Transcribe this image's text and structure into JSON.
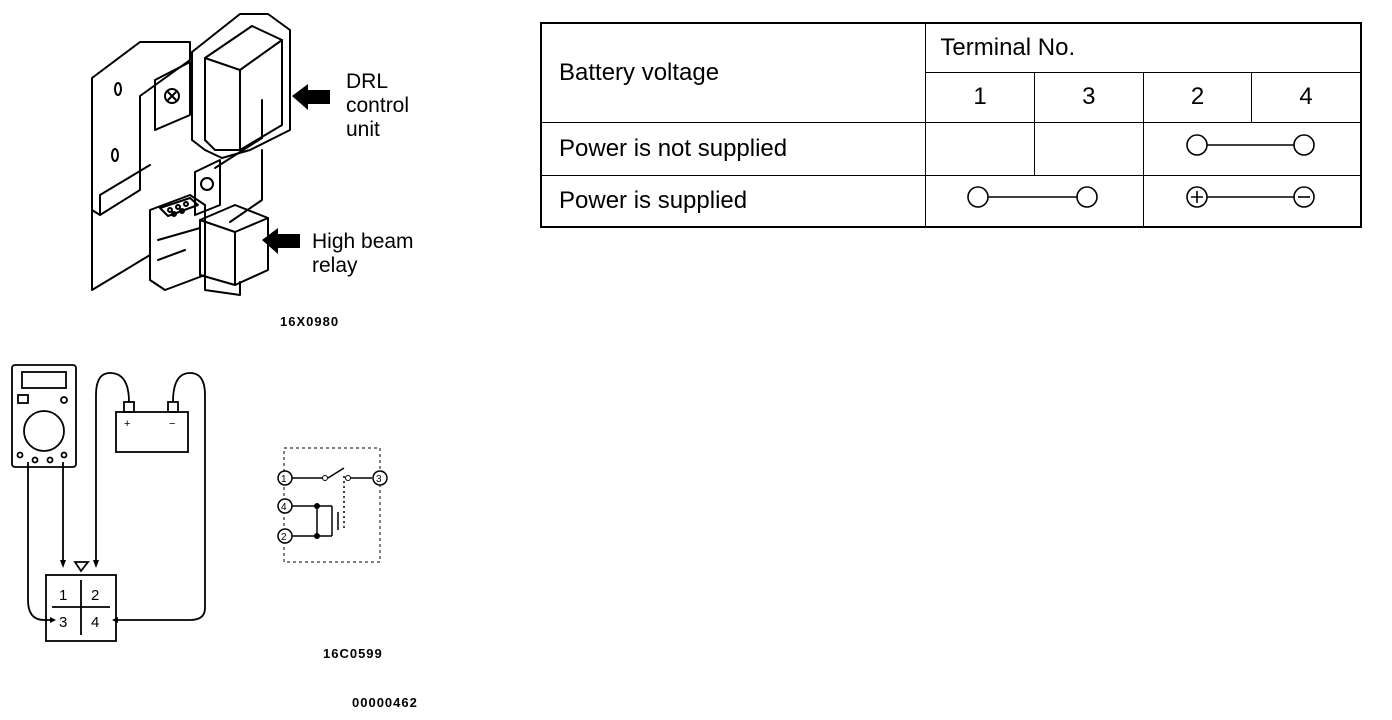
{
  "top_figure": {
    "callout_drl": [
      "DRL",
      "control",
      "unit"
    ],
    "callout_relay": [
      "High beam",
      "relay"
    ],
    "figure_code": "16X0980"
  },
  "table": {
    "row_header": "Battery voltage",
    "group_header": "Terminal No.",
    "terminals": [
      "1",
      "3",
      "2",
      "4"
    ],
    "rows": [
      {
        "condition": "Power is not supplied",
        "connections": [
          {
            "from": "2",
            "to": "4",
            "polarity": "none"
          }
        ]
      },
      {
        "condition": "Power is supplied",
        "connections": [
          {
            "from": "1",
            "to": "3",
            "polarity": "none"
          },
          {
            "from": "2",
            "to": "4",
            "polarity": "+/-"
          }
        ]
      }
    ]
  },
  "bottom_figure": {
    "battery_plus": "+",
    "battery_minus": "−",
    "connector_terminals": [
      "1",
      "2",
      "3",
      "4"
    ],
    "relay_terminals": [
      "1",
      "3",
      "4",
      "2"
    ],
    "figure_code": "16C0599"
  },
  "page_code": "00000462"
}
